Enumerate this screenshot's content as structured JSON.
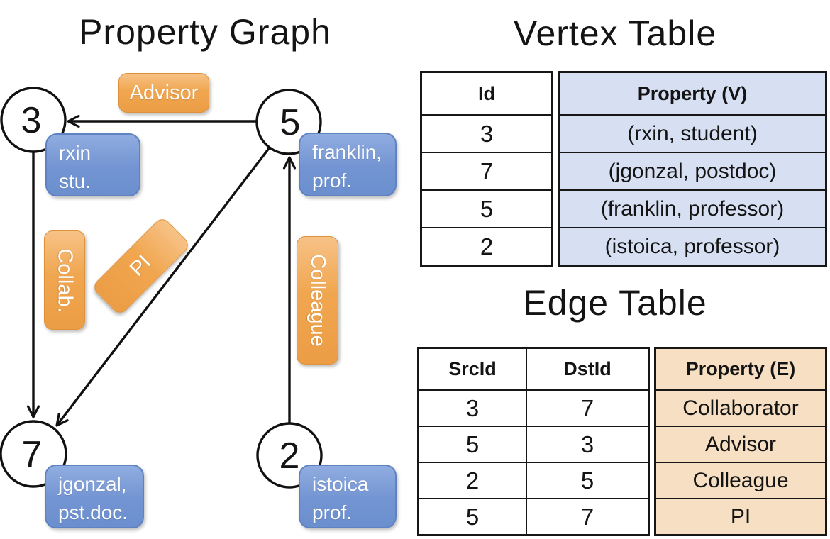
{
  "colors": {
    "orange": "#F0A64F",
    "orange-light": "#F7C287",
    "orange-dark": "#EC9D45",
    "orange-border": "#DD9138",
    "blue": "#7394D2",
    "blue-light": "#90ADE0",
    "blue-dark": "#6B8FCE",
    "blue-border": "#5F82C3",
    "vertex-prop-bg": "#D7E0F2",
    "edge-prop-bg": "#F6DFC2",
    "ink": "#141414"
  },
  "graph_panel": {
    "title": "Property Graph",
    "nodes": [
      {
        "id": "3",
        "prop_line1": "rxin",
        "prop_line2": "stu."
      },
      {
        "id": "5",
        "prop_line1": "franklin,",
        "prop_line2": "prof."
      },
      {
        "id": "7",
        "prop_line1": "jgonzal,",
        "prop_line2": "pst.doc."
      },
      {
        "id": "2",
        "prop_line1": "istoica",
        "prop_line2": "prof."
      }
    ],
    "edge_labels": {
      "advisor": "Advisor",
      "collab": "Collab.",
      "pi": "PI",
      "colleague": "Colleague"
    }
  },
  "vertex_table": {
    "title": "Vertex Table",
    "headers": {
      "id": "Id",
      "property": "Property (V)"
    },
    "rows": [
      {
        "id": "3",
        "property": "(rxin, student)"
      },
      {
        "id": "7",
        "property": "(jgonzal, postdoc)"
      },
      {
        "id": "5",
        "property": "(franklin, professor)"
      },
      {
        "id": "2",
        "property": "(istoica, professor)"
      }
    ]
  },
  "edge_table": {
    "title": "Edge Table",
    "headers": {
      "src": "SrcId",
      "dst": "DstId",
      "property": "Property (E)"
    },
    "rows": [
      {
        "src": "3",
        "dst": "7",
        "property": "Collaborator"
      },
      {
        "src": "5",
        "dst": "3",
        "property": "Advisor"
      },
      {
        "src": "2",
        "dst": "5",
        "property": "Colleague"
      },
      {
        "src": "5",
        "dst": "7",
        "property": "PI"
      }
    ]
  }
}
